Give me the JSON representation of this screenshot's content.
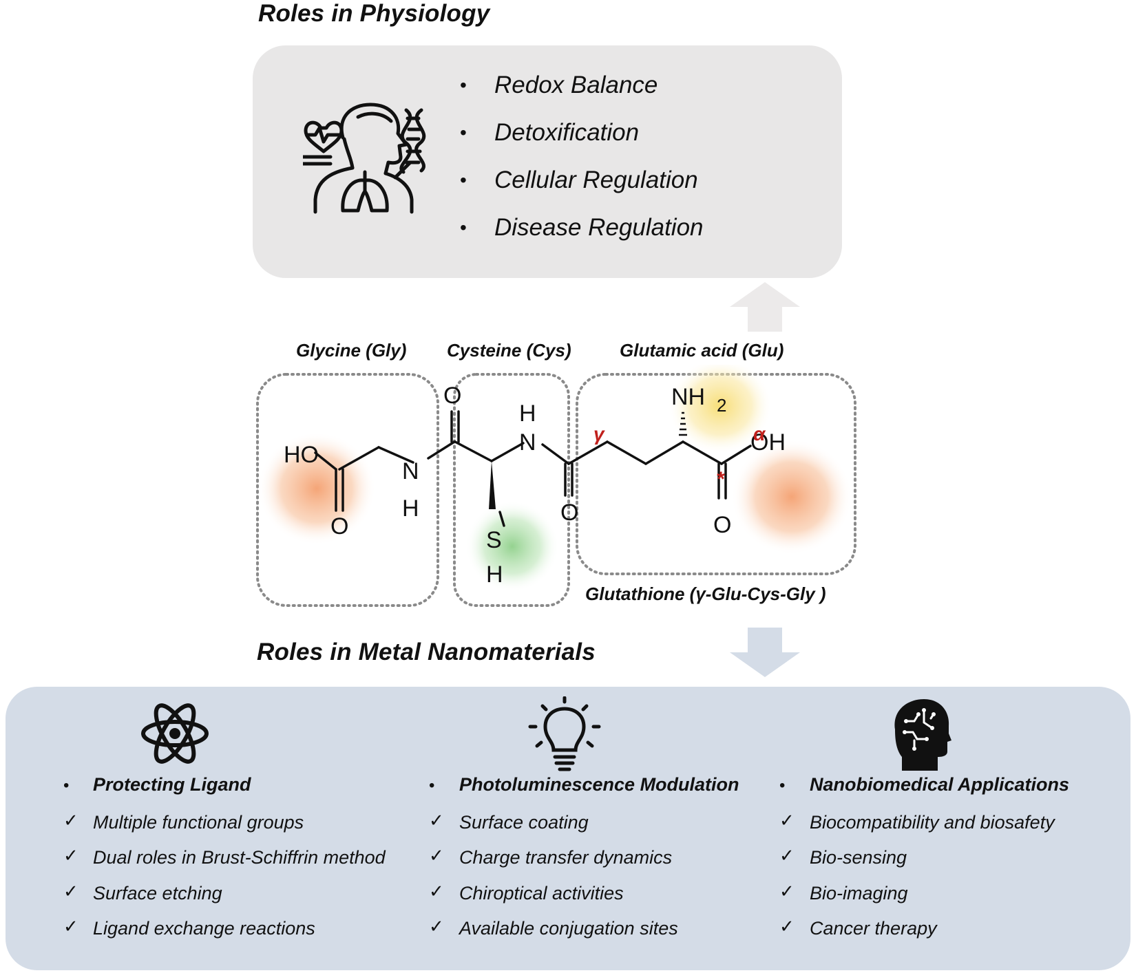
{
  "physiology": {
    "heading": "Roles in Physiology",
    "items": [
      {
        "bullet": "•",
        "label": "Redox Balance"
      },
      {
        "bullet": "•",
        "label": "Detoxification"
      },
      {
        "bullet": "•",
        "label": "Cellular Regulation"
      },
      {
        "bullet": "•",
        "label": "Disease Regulation"
      }
    ],
    "icon": "human-health-icon"
  },
  "molecule": {
    "labels": {
      "glycine": "Glycine (Gly)",
      "cysteine": "Cysteine (Cys)",
      "glutamic": "Glutamic acid (Glu)",
      "glutathione": "Glutathione (γ-Glu-Cys-Gly )"
    },
    "atoms": {
      "ho": "HO",
      "o_gly": "O",
      "n_gly": "N",
      "h_gly": "H",
      "o_cys": "O",
      "h_cys": "H",
      "n_cys": "N",
      "s": "S",
      "h_s": "H",
      "o_glu": "O",
      "nh": "NH",
      "sub2": "2",
      "oh": "OH",
      "o_cooh": "O"
    },
    "greek": {
      "gamma": "γ",
      "alpha": "α",
      "star": "*"
    },
    "highlight_colors": {
      "carboxyl": "#f4a070",
      "thiol": "#8fd08a",
      "amine": "#f7dc6f",
      "greek": "#c0201c"
    }
  },
  "nanomaterials": {
    "heading": "Roles in Metal Nanomaterials",
    "columns": [
      {
        "icon": "atom-icon",
        "bullet": "•",
        "title": "Protecting Ligand",
        "check": "✓",
        "items": [
          "Multiple functional groups",
          "Dual roles in Brust-Schiffrin method",
          "Surface etching",
          "Ligand exchange reactions"
        ]
      },
      {
        "icon": "lightbulb-icon",
        "bullet": "•",
        "title": "Photoluminescence Modulation",
        "check": "✓",
        "items": [
          "Surface coating",
          "Charge transfer dynamics",
          "Chiroptical activities",
          "Available conjugation sites"
        ]
      },
      {
        "icon": "brain-head-icon",
        "bullet": "•",
        "title": "Nanobiomedical Applications",
        "check": "✓",
        "items": [
          "Biocompatibility and biosafety",
          "Bio-sensing",
          "Bio-imaging",
          "Cancer therapy"
        ]
      }
    ]
  },
  "colors": {
    "physiology_box": "#e8e7e7",
    "nano_box": "#d4dce7",
    "up_arrow": "#eceaea",
    "down_arrow": "#d4dce7"
  }
}
